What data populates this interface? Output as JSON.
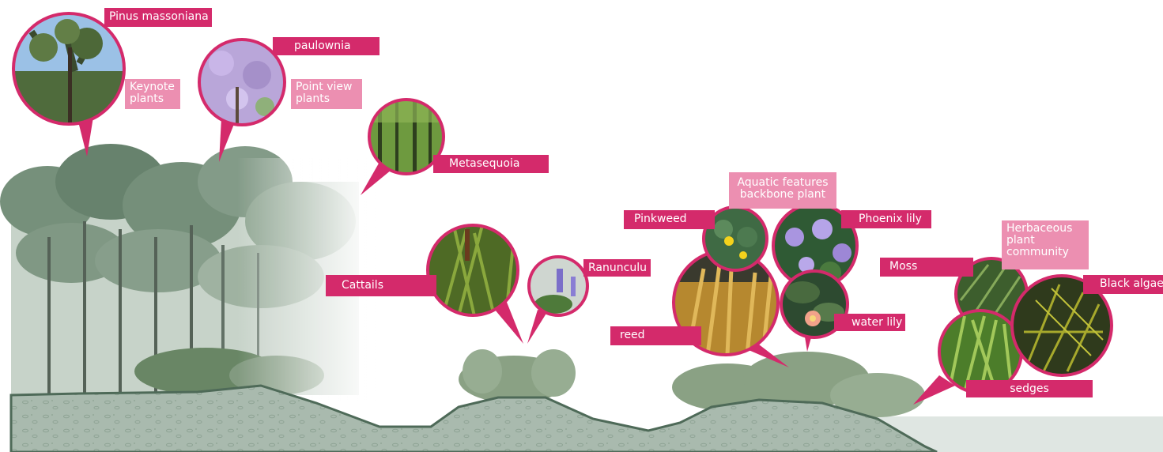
{
  "colors": {
    "accent": "#d42a6b",
    "accent_light": "#ec8fb1",
    "ground": "#a7b8ac",
    "ground_edge": "#4e6a58",
    "water": "#dfe6e2",
    "pine": "#6e8a73",
    "shrub": "#859d7f"
  },
  "plants": {
    "pinus": "Pinus massoniana",
    "paulownia": "paulownia",
    "metasequoia": "Metasequoia",
    "cattails": "Cattails",
    "ranunculus": "Ranunculu",
    "pinkweed": "Pinkweed",
    "phoenix_lily": "Phoenix lily",
    "reed": "reed",
    "water_lily": "water lily",
    "moss": "Moss",
    "black_algae": "Black algae",
    "sedges": "sedges"
  },
  "categories": {
    "keynote": "Keynote plants",
    "point_view": "Point view plants",
    "aquatic": "Aquatic features backbone plant",
    "herbaceous": "Herbaceous plant community"
  }
}
